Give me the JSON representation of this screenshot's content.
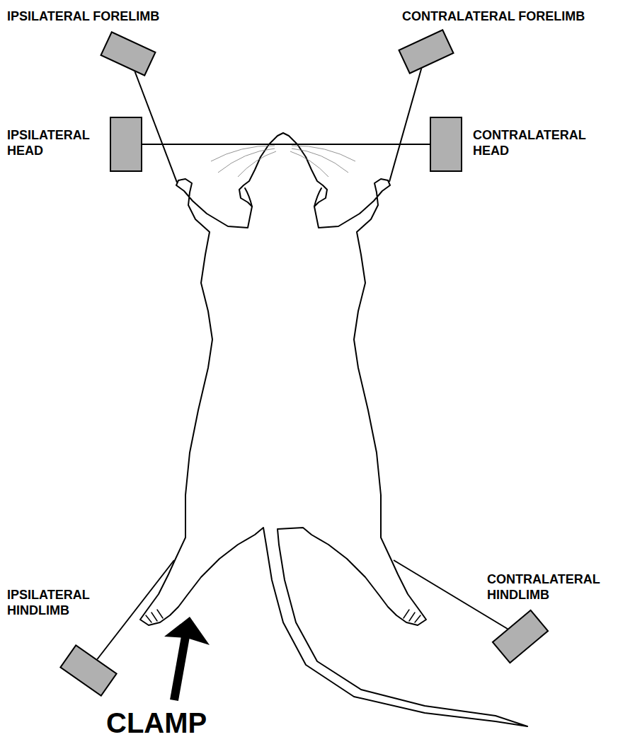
{
  "diagram": {
    "nodes": [
      {
        "text": [
          "IPSILATERAL FORELIMB"
        ]
      },
      {
        "text": [
          "CONTRALATERAL FORELIMB"
        ]
      },
      {
        "text": [
          "IPSILATERAL HEAD"
        ]
      },
      {
        "text": [
          "CONTRALATERAL HEAD"
        ]
      },
      {
        "text": [
          "IPSILATERAL HINDLIMB"
        ]
      },
      {
        "text": [
          "CONTRALATERAL HINDLIMB"
        ]
      }
    ],
    "edges": [
      {
        "from": 2,
        "to": 3,
        "arrow": "none"
      }
    ],
    "labels": [
      "CLAMP"
    ]
  }
}
